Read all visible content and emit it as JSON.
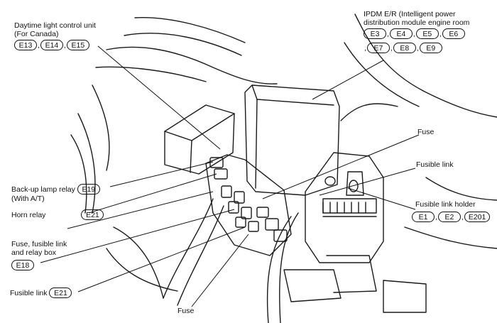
{
  "labels": {
    "daytime": {
      "line1": "Daytime light control unit",
      "line2": "(For Canada)",
      "connectors": [
        "E13",
        "E14",
        "E15"
      ]
    },
    "ipdm": {
      "line1": "IPDM E/R (Intelligent power",
      "line2": "distribution module engine room",
      "connectors_row1": [
        "E3",
        "E4",
        "E5",
        "E6"
      ],
      "connectors_row2": [
        "E7",
        "E8",
        "E9"
      ]
    },
    "fuse_top": "Fuse",
    "fusible_link_right": "Fusible link",
    "backup": {
      "line1": "Back-up lamp relay",
      "line2": "(With A/T)",
      "connector": "E19"
    },
    "horn": {
      "text": "Horn relay",
      "connector": "E21"
    },
    "fuse_box": {
      "line1": "Fuse, fusible link",
      "line2": "and relay box",
      "connector": "E18"
    },
    "fusible_link_left": {
      "text": "Fusible link",
      "connector": "E21"
    },
    "fuse_bottom": "Fuse",
    "holder": {
      "text": "Fusible link holder",
      "connectors": [
        "E1",
        "E2",
        "E201"
      ]
    }
  }
}
